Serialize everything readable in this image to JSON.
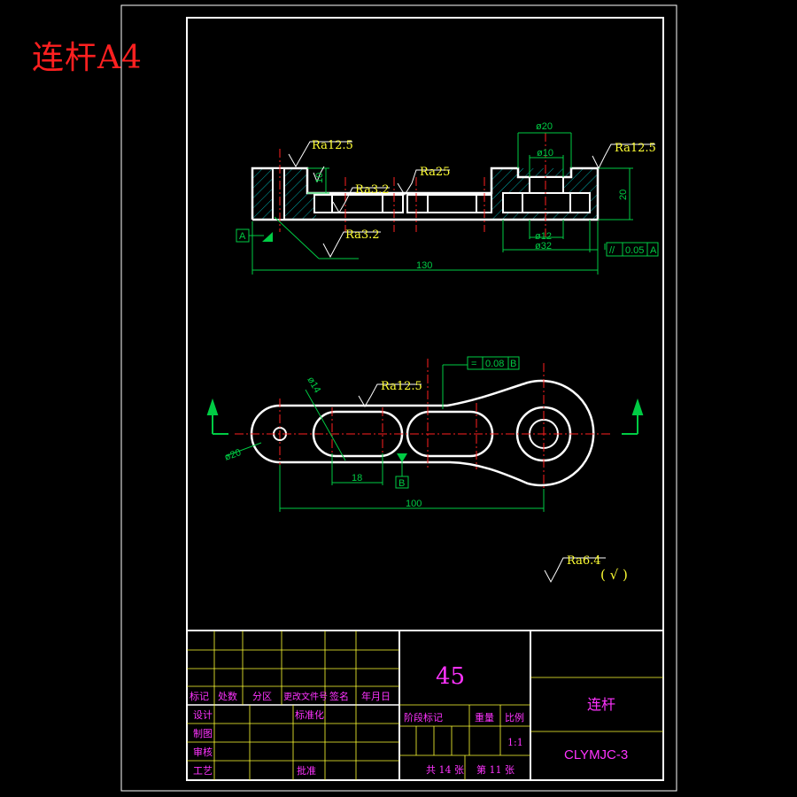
{
  "sheet": {
    "title": "连杆A4"
  },
  "colors": {
    "frame": "#ffffff",
    "dim": "#00cc44",
    "rough": "#ffff33",
    "center": "#ff2020",
    "table_text": "#ff33ff",
    "hatch": "#00aaaa"
  },
  "section_view": {
    "rough_top_left": "Ra12.5",
    "rough_mid": "Ra3.2",
    "rough_slot": "Ra25",
    "rough_top_right": "Ra12.5",
    "rough_bottom": "Ra3.2",
    "dim_height_10": "10",
    "dim_height_20": "20",
    "dim_phi20": "ø20",
    "dim_phi10": "ø10",
    "dim_phi12": "ø12",
    "dim_phi32": "ø32",
    "dim_len_130": "130",
    "datum_a": "A",
    "parallel_sym": "//",
    "parallel_tol": "0.05",
    "parallel_ref": "A"
  },
  "plan_view": {
    "rough": "Ra12.5",
    "dim_phi14": "ø14",
    "dim_phi20": "ø20",
    "dim_18": "18",
    "dim_100": "100",
    "datum_b": "B",
    "sym_sym": "=",
    "sym_tol": "0.08",
    "sym_ref": "B"
  },
  "general_rough": {
    "label": "Ra6.4",
    "paren": "(  √  )"
  },
  "title_block": {
    "material": "45",
    "part_name": "连杆",
    "drawing_no": "CLYMJC-3",
    "rev_headers": [
      "标记",
      "处数",
      "分区",
      "更改文件号",
      "签名",
      "年月日"
    ],
    "row_design": "设计",
    "row_draw": "制图",
    "row_check": "审核",
    "row_process": "工艺",
    "std": "标准化",
    "approve": "批准",
    "stage": "阶段标记",
    "weight": "重量",
    "scale": "比例",
    "scale_val": "1:1",
    "sheets": "共 14 张",
    "sheet_no": "第 11 张"
  }
}
